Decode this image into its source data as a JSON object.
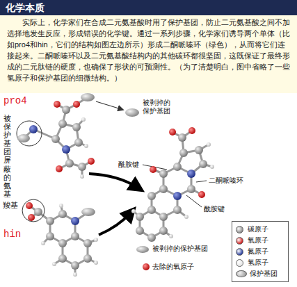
{
  "diagram": {
    "title": "化学本质",
    "caption": "实际上，化学家们在合成二元氨基酸时用了保护基团，防止二元氨基酸之间不加选择地发生反应，形成错误的化学键。通过一系列步骤，化学家们诱导两个单体（比如pro4和hin，它们的结构如图左边所示）形成二酮哌嗪环（绿色），从而将它们连接起来。二酮哌嗪环以及二元氨基酸结构内的其他碳环都很坚固，这既保证了最终形成的二元肽链的硬度，也确保了形状的可预测性。（为了清楚明白，图中省略了一些氢原子和保护基团的细微结构。）",
    "labels": [
      "pro4",
      "被保护基团屏蔽的氨基",
      "被剥掉的保护基团",
      "羧基",
      "hin",
      "酰胺键",
      "二酮哌嗪环",
      "酰胺键",
      "被剥掉的保护基团",
      "去除的氧原子"
    ],
    "legend": [
      {
        "text": "碳原子",
        "color": "#8c8c8c"
      },
      {
        "text": "氧原子",
        "color": "#d02020"
      },
      {
        "text": "氮原子",
        "color": "#2a3f9f"
      },
      {
        "text": "氢原子",
        "color": "#e6e6e6"
      },
      {
        "text": "保护基团"
      }
    ]
  }
}
